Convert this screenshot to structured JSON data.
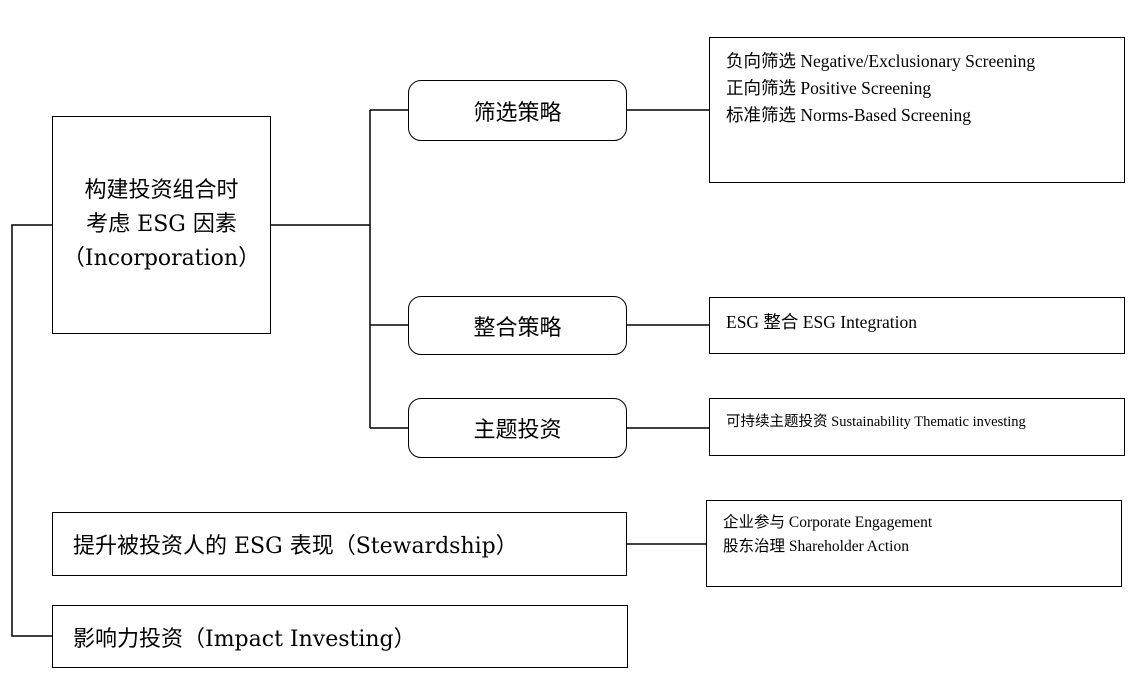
{
  "incorporation": {
    "lines": [
      "构建投资组合时",
      "考虑 ESG 因素",
      "（Incorporation）"
    ]
  },
  "screening": {
    "label": "筛选策略",
    "items": [
      "负向筛选  Negative/Exclusionary Screening",
      "正向筛选  Positive Screening",
      "标准筛选  Norms-Based Screening"
    ]
  },
  "integration": {
    "label": "整合策略",
    "items": [
      "ESG 整合  ESG Integration"
    ]
  },
  "thematic": {
    "label": "主题投资",
    "items": [
      "可持续主题投资 Sustainability Thematic investing"
    ]
  },
  "stewardship": {
    "label": "提升被投资人的 ESG 表现（Stewardship）",
    "items": [
      "企业参与  Corporate Engagement",
      "股东治理  Shareholder Action"
    ]
  },
  "impact": {
    "label": "影响力投资（Impact Investing）"
  }
}
